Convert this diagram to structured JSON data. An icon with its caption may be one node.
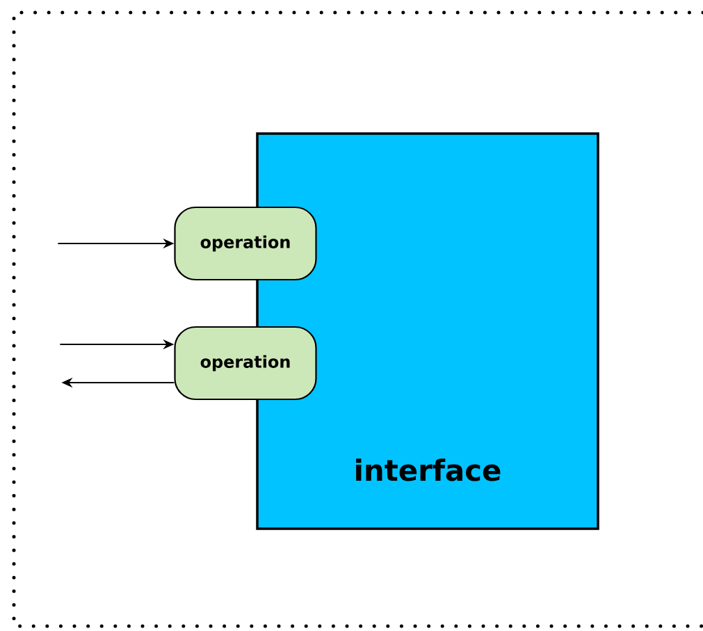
{
  "diagram": {
    "nodes": [
      {
        "text": [
          "interface"
        ]
      },
      {
        "text": [
          "operation"
        ]
      },
      {
        "text": [
          "operation"
        ]
      }
    ],
    "edges": [
      {
        "from": null,
        "to": 1,
        "arrow": "to"
      },
      {
        "from": null,
        "to": 2,
        "arrow": "to"
      },
      {
        "from": 2,
        "to": null,
        "arrow": "to"
      }
    ]
  }
}
